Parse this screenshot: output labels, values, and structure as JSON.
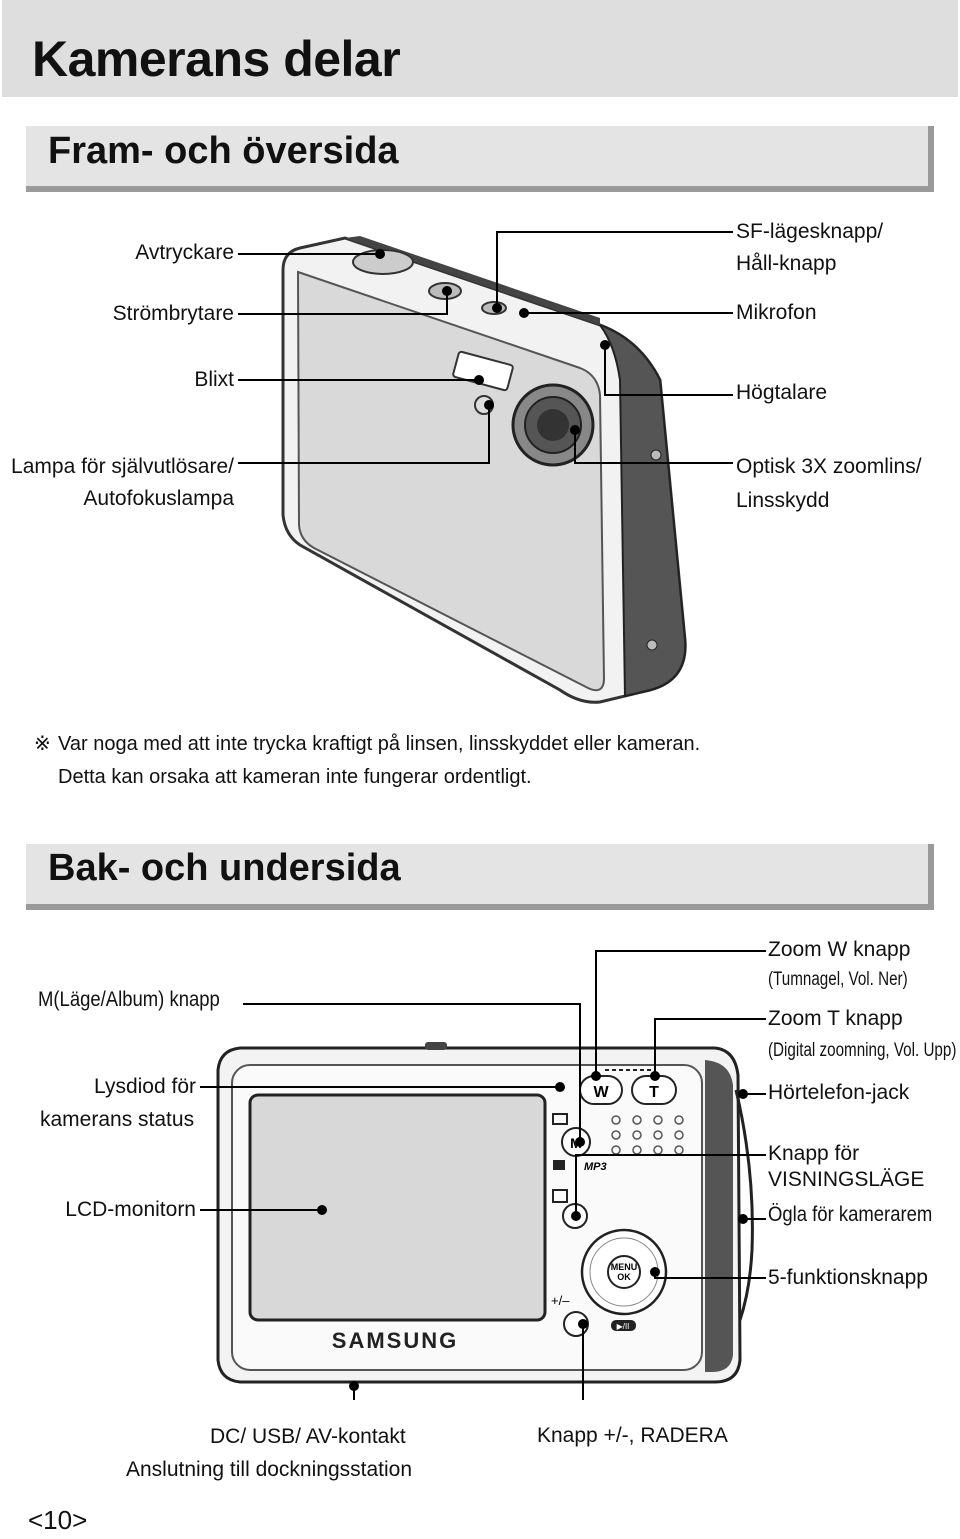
{
  "page": {
    "title": "Kamerans delar",
    "page_number": "<10>"
  },
  "front": {
    "section_title": "Fram- och översida",
    "labels": {
      "avtryckare": "Avtryckare",
      "strombrytare": "Strömbrytare",
      "blixt": "Blixt",
      "lampa_line1": "Lampa för självutlösare/",
      "lampa_line2": "Autofokuslampa",
      "sf_line1": "SF-lägesknapp/",
      "sf_line2": "Håll-knapp",
      "mikrofon": "Mikrofon",
      "hogtalare": "Högtalare",
      "optisk_line1": "Optisk 3X zoomlins/",
      "optisk_line2": "Linsskydd"
    },
    "note_symbol": "※",
    "note_line1": "Var noga med att inte trycka kraftigt på linsen, linsskyddet eller kameran.",
    "note_line2": "Detta kan orsaka att kameran inte fungerar ordentligt."
  },
  "back": {
    "section_title": "Bak- och undersida",
    "labels": {
      "m_lage": "M(Läge/Album) knapp",
      "lysdiod_line1": "Lysdiod för",
      "lysdiod_line2": "kamerans status",
      "lcd": "LCD-monitorn",
      "zoom_w": "Zoom W knapp",
      "zoom_w_sub": "(Tumnagel, Vol. Ner)",
      "zoom_t": "Zoom T knapp",
      "zoom_t_sub": "(Digital zoomning, Vol. Upp)",
      "hortelefon": "Hörtelefon-jack",
      "visning_line1": "Knapp för",
      "visning_line2": "VISNINGSLÄGE",
      "ogla": "Ögla för kamerarem",
      "fem_funktion": "5-funktionsknapp",
      "dc_line1": "DC/ USB/ AV-kontakt",
      "dc_line2": "Anslutning till dockningsstation",
      "knapp_radera": "Knapp +/-, RADERA"
    },
    "camera_marks": {
      "brand": "SAMSUNG",
      "w": "W",
      "t": "T",
      "m": "M",
      "menu": "MENU",
      "ok": "OK",
      "mp3": "MP3",
      "plus_minus": "+/–",
      "play_pause": "▶/II"
    }
  }
}
